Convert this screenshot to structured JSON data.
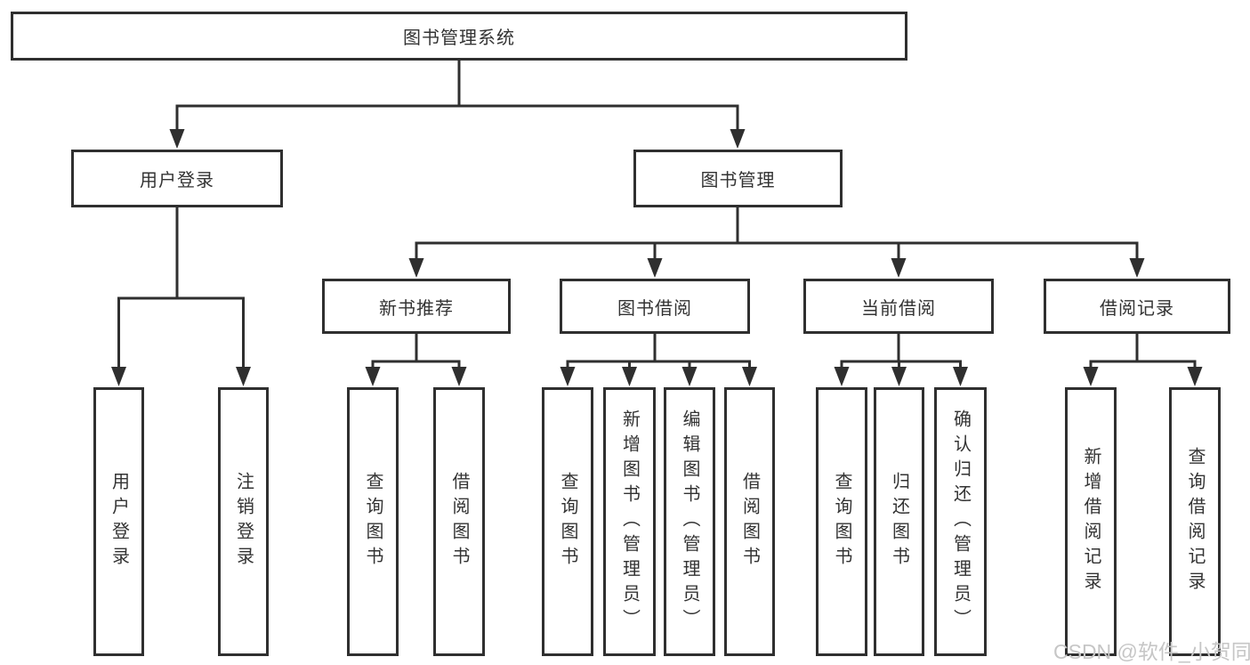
{
  "colors": {
    "line": "#2f2f2f",
    "text": "#333333",
    "watermark": "#c6c6c6",
    "background": "#ffffff"
  },
  "tree": {
    "root": "图书管理系统",
    "branches": [
      {
        "label": "用户登录",
        "children": [
          "用户登录",
          "注销登录"
        ]
      },
      {
        "label": "图书管理",
        "groups": [
          {
            "label": "新书推荐",
            "children": [
              "查询图书",
              "借阅图书"
            ]
          },
          {
            "label": "图书借阅",
            "children": [
              "查询图书",
              "新增图书（管理员）",
              "编辑图书（管理员）",
              "借阅图书"
            ]
          },
          {
            "label": "当前借阅",
            "children": [
              "查询图书",
              "归还图书",
              "确认归还（管理员）"
            ]
          },
          {
            "label": "借阅记录",
            "children": [
              "新增借阅记录",
              "查询借阅记录"
            ]
          }
        ]
      }
    ]
  },
  "watermark": {
    "text": "CSDN @软件_小贺同学"
  }
}
